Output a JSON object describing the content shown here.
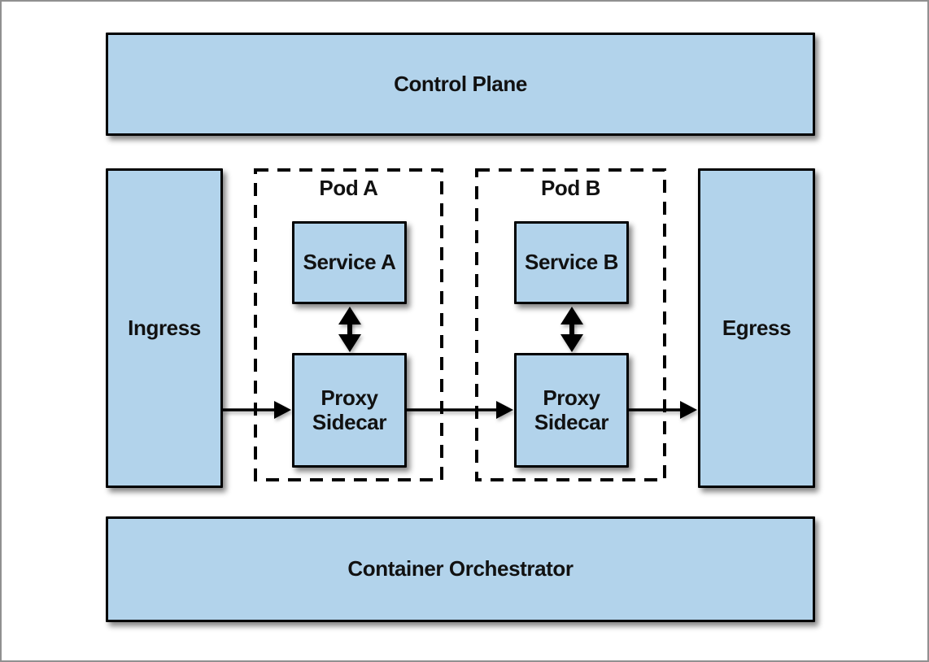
{
  "diagram": {
    "kind": "service-mesh-architecture",
    "nodes": {
      "control_plane": "Control Plane",
      "ingress": "Ingress",
      "pod_a": "Pod A",
      "service_a": "Service A",
      "proxy_sidecar_a": "Proxy Sidecar",
      "pod_b": "Pod B",
      "service_b": "Service B",
      "proxy_sidecar_b": "Proxy Sidecar",
      "egress": "Egress",
      "container_orchestrator": "Container Orchestrator"
    },
    "edges": [
      {
        "from": "Ingress",
        "to": "Proxy Sidecar (Pod A)",
        "direction": "one-way"
      },
      {
        "from": "Proxy Sidecar (Pod A)",
        "to": "Proxy Sidecar (Pod B)",
        "direction": "one-way"
      },
      {
        "from": "Proxy Sidecar (Pod B)",
        "to": "Egress",
        "direction": "one-way"
      },
      {
        "from": "Service A",
        "to": "Proxy Sidecar (Pod A)",
        "direction": "two-way"
      },
      {
        "from": "Service B",
        "to": "Proxy Sidecar (Pod B)",
        "direction": "two-way"
      }
    ],
    "colors": {
      "node_fill": "#b2d3eb",
      "node_border": "#000000",
      "arrow": "#000000",
      "text": "#111111",
      "frame_border": "#909090",
      "background": "#ffffff"
    }
  }
}
